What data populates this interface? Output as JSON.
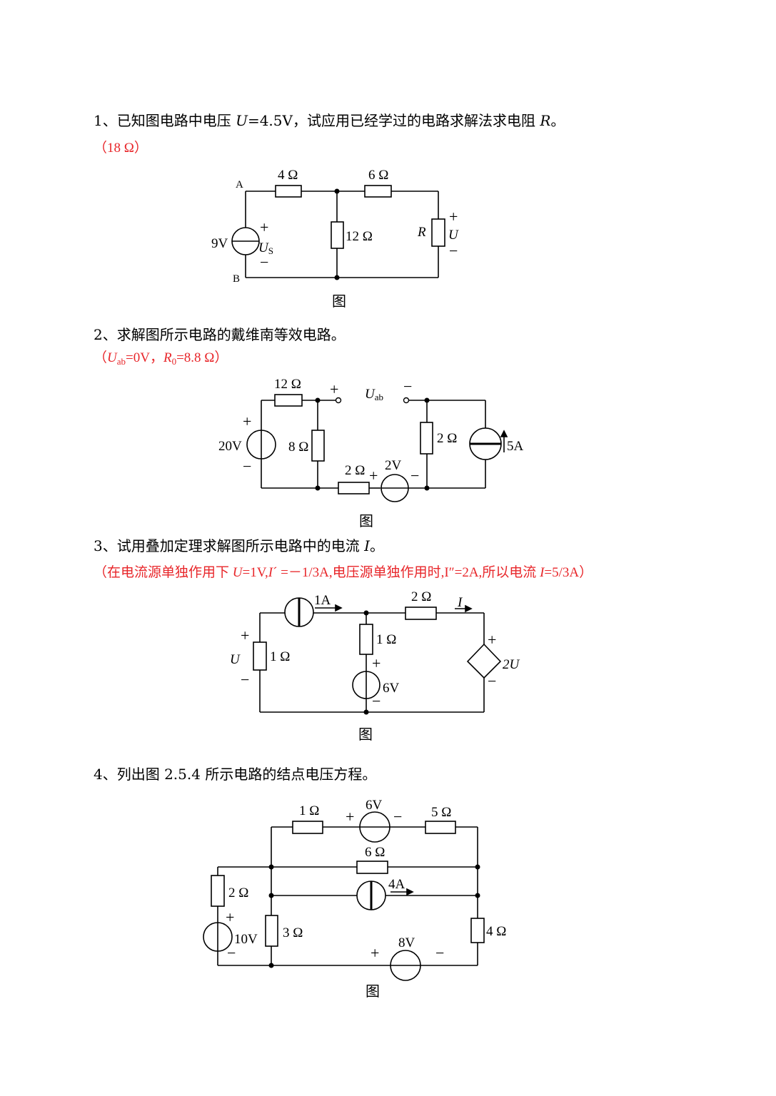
{
  "q1": {
    "text_a": "1、已知图电路中电压 ",
    "text_U": "U",
    "text_b": "=4.5V，试应用已经学过的电路求解法求电阻 ",
    "text_R": "R",
    "text_c": "。",
    "answer": "（18 Ω）",
    "labels": {
      "A": "A",
      "B": "B",
      "r1": "4 Ω",
      "r2": "6 Ω",
      "r3": "12 Ω",
      "vs": "9V",
      "us": "U",
      "us_sub": "S",
      "plus": "+",
      "minus": "−",
      "R": "R",
      "U": "U"
    },
    "caption": "图"
  },
  "q2": {
    "text": "2、求解图所示电路的戴维南等效电路。",
    "ans_open": "（",
    "ans_U": "U",
    "ans_U_sub": "ab",
    "ans_mid": "=0V，",
    "ans_R": "R",
    "ans_R_sub": "0",
    "ans_end": "=8.8 Ω）",
    "labels": {
      "r12": "12 Ω",
      "r8": "8 Ω",
      "r2a": "2 Ω",
      "r2b": "2 Ω",
      "v20": "20V",
      "v2": "2V",
      "i5": "5A",
      "uab": "U",
      "uab_sub": "ab",
      "plus": "+",
      "minus": "−"
    },
    "caption": "图"
  },
  "q3": {
    "text_a": "3、试用叠加定理求解图所示电路中的电流 ",
    "text_I": "I",
    "text_b": "。",
    "answer_a": "（在电流源单独作用下 ",
    "answer_U": "U",
    "answer_b": "=1V,",
    "answer_I1": "I",
    "answer_c": "´ =－1/3A,电压源单独作用时,I″=2A,所以电流 ",
    "answer_I": "I",
    "answer_d": "=5/3A）",
    "labels": {
      "i1": "1A",
      "r2": "2 Ω",
      "I": "I",
      "r1a": "1 Ω",
      "r1b": "1 Ω",
      "U": "U",
      "v6": "6V",
      "dep": "2U",
      "plus": "+",
      "minus": "−"
    },
    "caption": "图"
  },
  "q4": {
    "text": "4、列出图 2.5.4 所示电路的结点电压方程。",
    "labels": {
      "r1": "1 Ω",
      "v6": "6V",
      "r5": "5 Ω",
      "r6": "6 Ω",
      "i4": "4A",
      "r2": "2 Ω",
      "v10": "10V",
      "r3": "3 Ω",
      "r4": "4 Ω",
      "v8": "8V",
      "plus": "+",
      "minus": "−"
    },
    "caption": "图"
  }
}
